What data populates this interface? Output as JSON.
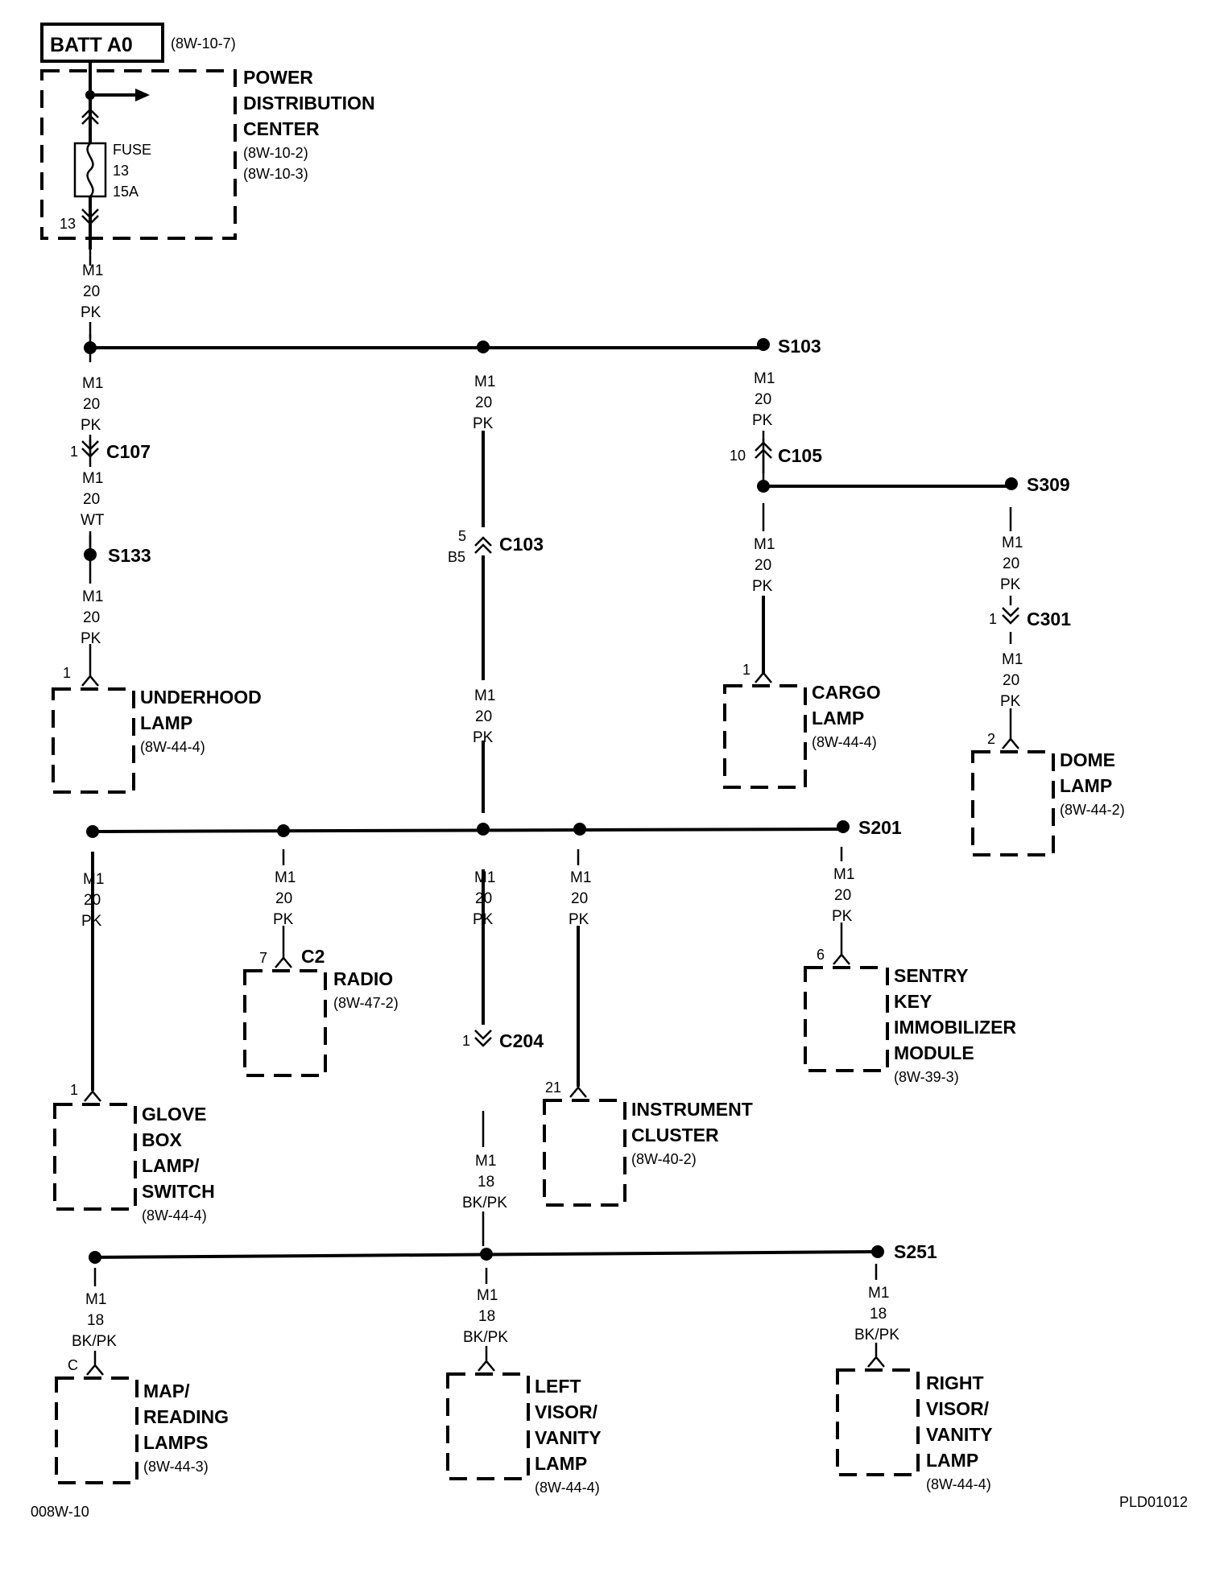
{
  "source": {
    "label": "BATT A0",
    "ref": "(8W-10-7)"
  },
  "pdc": {
    "title": [
      "POWER",
      "DISTRIBUTION",
      "CENTER"
    ],
    "refs": [
      "(8W-10-2)",
      "(8W-10-3)"
    ],
    "fuse": [
      "FUSE",
      "13",
      "15A"
    ],
    "pin": "13"
  },
  "wires": {
    "m1_20_pk": [
      "M1",
      "20",
      "PK"
    ],
    "m1_20_wt": [
      "M1",
      "20",
      "WT"
    ],
    "m1_18_bkpk": [
      "M1",
      "18",
      "BK/PK"
    ]
  },
  "splices": {
    "s103": "S103",
    "s133": "S133",
    "s309": "S309",
    "s201": "S201",
    "s251": "S251"
  },
  "connectors": {
    "c107": {
      "name": "C107",
      "pin": "1"
    },
    "c103": {
      "name": "C103",
      "pin": "5",
      "sub": "B5"
    },
    "c105": {
      "name": "C105",
      "pin": "10"
    },
    "c301": {
      "name": "C301",
      "pin": "1"
    },
    "c2": {
      "name": "C2",
      "pin": "7"
    },
    "c204": {
      "name": "C204",
      "pin": "1"
    }
  },
  "components": {
    "underhood": {
      "label": [
        "UNDERHOOD",
        "LAMP"
      ],
      "ref": "(8W-44-4)",
      "pin": "1"
    },
    "cargo": {
      "label": [
        "CARGO",
        "LAMP"
      ],
      "ref": "(8W-44-4)",
      "pin": "1"
    },
    "dome": {
      "label": [
        "DOME",
        "LAMP"
      ],
      "ref": "(8W-44-2)",
      "pin": "2"
    },
    "radio": {
      "label": [
        "RADIO"
      ],
      "ref": "(8W-47-2)"
    },
    "sentry": {
      "label": [
        "SENTRY",
        "KEY",
        "IMMOBILIZER",
        "MODULE"
      ],
      "ref": "(8W-39-3)",
      "pin": "6"
    },
    "glovebox": {
      "label": [
        "GLOVE",
        "BOX",
        "LAMP/",
        "SWITCH"
      ],
      "ref": "(8W-44-4)",
      "pin": "1"
    },
    "cluster": {
      "label": [
        "INSTRUMENT",
        "CLUSTER"
      ],
      "ref": "(8W-40-2)",
      "pin": "21"
    },
    "map": {
      "label": [
        "MAP/",
        "READING",
        "LAMPS"
      ],
      "ref": "(8W-44-3)",
      "pin": "C"
    },
    "leftvisor": {
      "label": [
        "LEFT",
        "VISOR/",
        "VANITY",
        "LAMP"
      ],
      "ref": "(8W-44-4)"
    },
    "rightvisor": {
      "label": [
        "RIGHT",
        "VISOR/",
        "VANITY",
        "LAMP"
      ],
      "ref": "(8W-44-4)"
    }
  },
  "footer": {
    "left": "008W-10",
    "right": "PLD01012"
  }
}
